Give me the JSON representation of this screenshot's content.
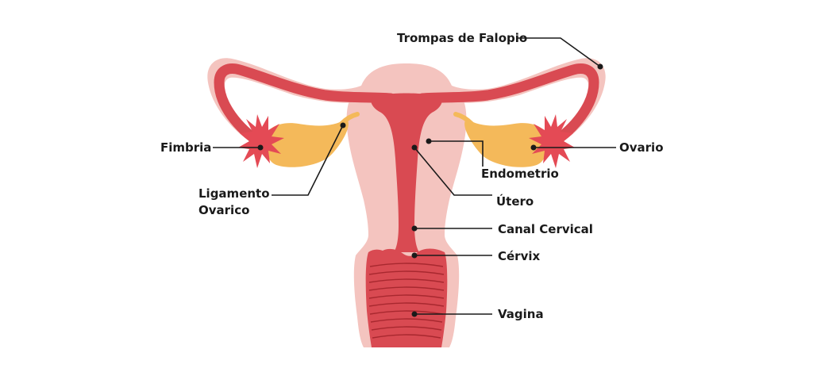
{
  "labels": {
    "fallopian_tubes": "Trompas de Falopio",
    "fimbria": "Fimbria",
    "ovary": "Ovario",
    "endometrium": "Endometrio",
    "ovarian_ligament_line1": "Ligamento",
    "ovarian_ligament_line2": "Ovarico",
    "uterus": "Útero",
    "cervical_canal": "Canal Cervical",
    "cervix": "Cérvix",
    "vagina": "Vagina"
  },
  "colors": {
    "outer_tissue": "#f4c4bf",
    "inner_red": "#d94a52",
    "ovary": "#f4b95a",
    "fimbria": "#e44a55",
    "leader": "#1a1a1a"
  }
}
